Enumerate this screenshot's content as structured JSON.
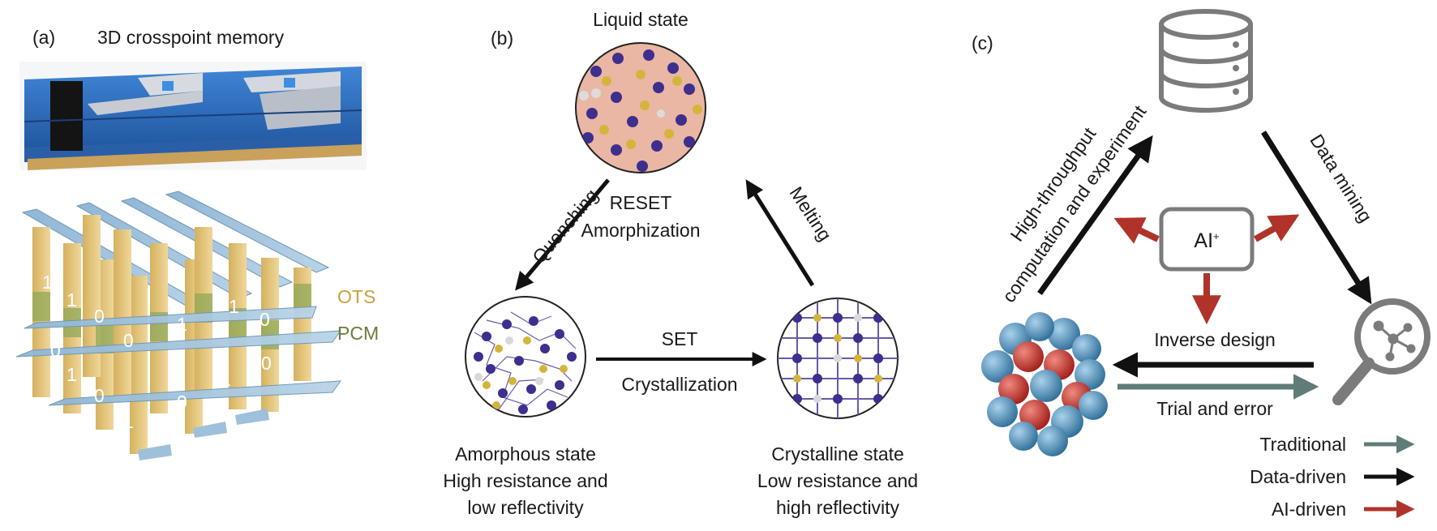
{
  "panel_a": {
    "label": "(a)",
    "title": "3D crosspoint memory",
    "legend_ots": "OTS",
    "legend_pcm": "PCM",
    "cell_bits": [
      "1",
      "1",
      "0",
      "0",
      "1",
      "0",
      "1",
      "0",
      "1",
      "0",
      "1",
      "0",
      "1",
      "0"
    ]
  },
  "panel_b": {
    "label": "(b)",
    "liquid_state": "Liquid state",
    "reset": "RESET",
    "amorphization": "Amorphization",
    "quenching": "Quenching",
    "melting": "Melting",
    "set": "SET",
    "crystallization": "Crystallization",
    "amorphous": [
      "Amorphous state",
      "High resistance and",
      "low reflectivity"
    ],
    "crystalline": [
      "Crystalline state",
      "Low resistance and",
      "high reflectivity"
    ]
  },
  "panel_c": {
    "label": "(c)",
    "ai_box": "AI",
    "ai_sup": "+",
    "htp_line1": "High-throughput",
    "htp_line2": "computation and experiment",
    "data_mining": "Data mining",
    "inverse_design": "Inverse design",
    "trial_error": "Trial and error",
    "legend": [
      {
        "label": "Traditional",
        "color": "#5f7c78"
      },
      {
        "label": "Data-driven",
        "color": "#111111"
      },
      {
        "label": "AI-driven",
        "color": "#b0332a"
      }
    ]
  },
  "colors": {
    "ots": "#c9a23f",
    "pcm": "#6a7d3a",
    "circuit_gray": "#7d7a7e",
    "crystal_blue": "#4a88b0",
    "crystal_red": "#c4302b"
  }
}
